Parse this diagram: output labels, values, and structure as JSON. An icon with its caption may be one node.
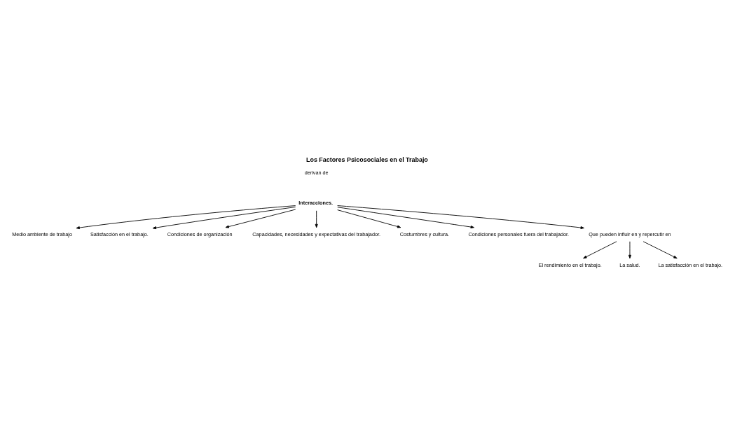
{
  "diagram": {
    "title": "Los Factores Psicosociales en el Trabajo",
    "nodes": [
      {
        "text": [
          "Interacciones."
        ]
      },
      {
        "text": [
          "Medio ambiente de trabajo"
        ]
      },
      {
        "text": [
          "Satisfacción en el trabajo."
        ]
      },
      {
        "text": [
          "Condiciones de organización"
        ]
      },
      {
        "text": [
          "Capacidades, necesidades y expectativas del trabajador."
        ]
      },
      {
        "text": [
          "Costumbres y cultura."
        ]
      },
      {
        "text": [
          "Condiciones personales fuera del trabajador."
        ]
      },
      {
        "text": [
          "Que pueden influir en y repercutir en"
        ]
      },
      {
        "text": [
          "El rendimiento en el trabajo."
        ]
      },
      {
        "text": [
          "La salud."
        ]
      },
      {
        "text": [
          "La satisfacción en el trabajo."
        ]
      }
    ],
    "edges": [
      {
        "from": 0,
        "to": 1,
        "arrow": "to"
      },
      {
        "from": 0,
        "to": 2,
        "arrow": "to"
      },
      {
        "from": 0,
        "to": 3,
        "arrow": "to"
      },
      {
        "from": 0,
        "to": 4,
        "arrow": "to"
      },
      {
        "from": 0,
        "to": 5,
        "arrow": "to"
      },
      {
        "from": 0,
        "to": 6,
        "arrow": "to"
      },
      {
        "from": 0,
        "to": 7,
        "arrow": "to"
      },
      {
        "from": 7,
        "to": 8,
        "arrow": "to"
      },
      {
        "from": 7,
        "to": 9,
        "arrow": "to"
      },
      {
        "from": 7,
        "to": 10,
        "arrow": "to"
      }
    ],
    "labels": [
      "derivan de"
    ]
  }
}
